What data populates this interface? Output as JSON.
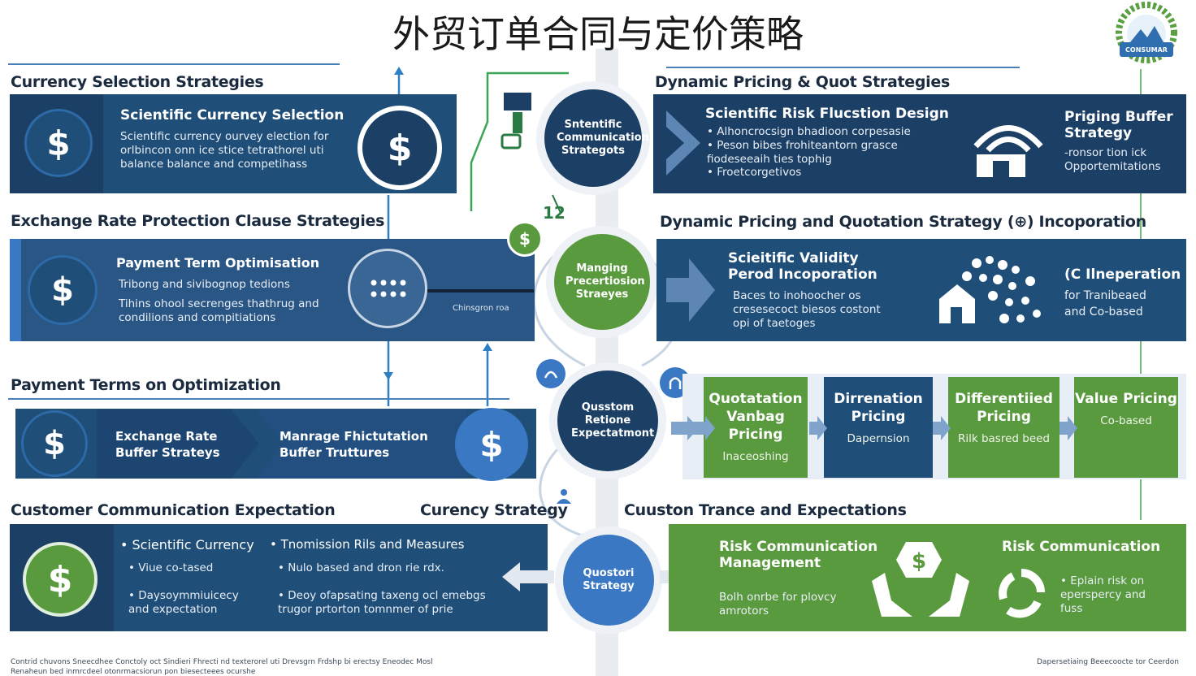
{
  "title": "外贸订单合同与定价策略",
  "logo_text": "CONSUMAR",
  "colors": {
    "navy": "#1f4e79",
    "navy_dark": "#1c3f66",
    "blue": "#3b78c4",
    "green": "#5a9a3e",
    "green_dark": "#4b8a33",
    "line": "#2f7fc4",
    "bg": "#ffffff"
  },
  "left": {
    "s1": {
      "heading": "Currency Selection Strategies",
      "card_title": "Scientific Currency Selection",
      "card_body": "Scientific currency ourvey election for orlbincon onn ice stice tetrathorel uti balance balance and competihass"
    },
    "s2": {
      "heading": "Exchange Rate Protection Clause Strategies",
      "card_title": "Payment Term Optimisation",
      "card_line1": "Tribong and sivibognop tedions",
      "card_line2": "Tihins ohool secrenges thathrug and condilions and compitiations",
      "small_label": "Chinsgron roa"
    },
    "s3": {
      "heading": "Payment Terms on Optimization",
      "seg1": "Exchange Rate Buffer Strateys",
      "seg2": "Manrage Fhictutation Buffer Truttures"
    },
    "s4": {
      "heading": "Customer Communication Expectation",
      "heading_right": "Curency Strategy",
      "b1": "• Scientific Currency",
      "b2": "• Viue co-tased",
      "b3": "• Daysoymmiuicecy and expectation",
      "b4": "• Tnomission Rils and Measures",
      "b5": "• Nulo based and dron rie rdx.",
      "b6": "• Deoy ofapsating taxeng ocl emebgs trugor prtorton tomnmer of prie"
    }
  },
  "center": {
    "c1": "Sntentific Communication Strategots",
    "c2": "Manging Precertiosion Straeyes",
    "c3": "Qusstom Retione Expectatmont",
    "c4": "Quostori Strategy",
    "num": "12"
  },
  "right": {
    "r1": {
      "heading": "Dynamic Pricing & Quot Strategies",
      "title": "Scientific Risk Flucstion Design",
      "line1": "• Alhoncrocsign bhadioon corpesasie",
      "line2": "• Peson bibes frohiteantorn grasce fiodeseeaih ties tophig",
      "line3": "• Froetcorgetivos",
      "side_title": "Priging Buffer Strategy",
      "side_body": "-ronsor tion ick Opportemitations"
    },
    "r2": {
      "heading": "Dynamic Pricing and Quotation Strategy (⊕) Incoporation",
      "title": "Scieitific Validity Perod Incoporation",
      "body": "Baces to inohoocher os cresesecoct biesos costont opi of taetoges",
      "side_title": "(C Ilneperation",
      "side_body": "for Tranibeaed and Co-based"
    },
    "r3": {
      "b1_title": "Quotatation Vanbag Pricing",
      "b1_sub": "Inaceoshing",
      "b2_title": "Dirrenation Pricing",
      "b2_sub": "Dapernsion",
      "b3_title": "Differentiied Pricing",
      "b3_sub": "Rilk basred beed",
      "b4_title": "Value Pricing",
      "b4_sub": "Co-based"
    },
    "r4": {
      "heading": "Cuuston Trance and Expectations",
      "title": "Risk Communication Management",
      "body": "Bolh onrbe for plovcy amrotors",
      "side_title": "Risk Communication",
      "side_body": "• Eplain risk on eperspercy and fuss"
    }
  },
  "footer": {
    "left1": "Contrid chuvons Sneecdhee Conctoly oct Sindieri Fhrecti nd texterorel uti Drevsgrn Frdshp bi erectsy Eneodec Mosl",
    "left2": "Renaheun bed inmrcdeel otonrmacsiorun pon biesecteees ocurshe",
    "right": "Dapersetiaing Beeecoocte tor Ceerdon"
  }
}
